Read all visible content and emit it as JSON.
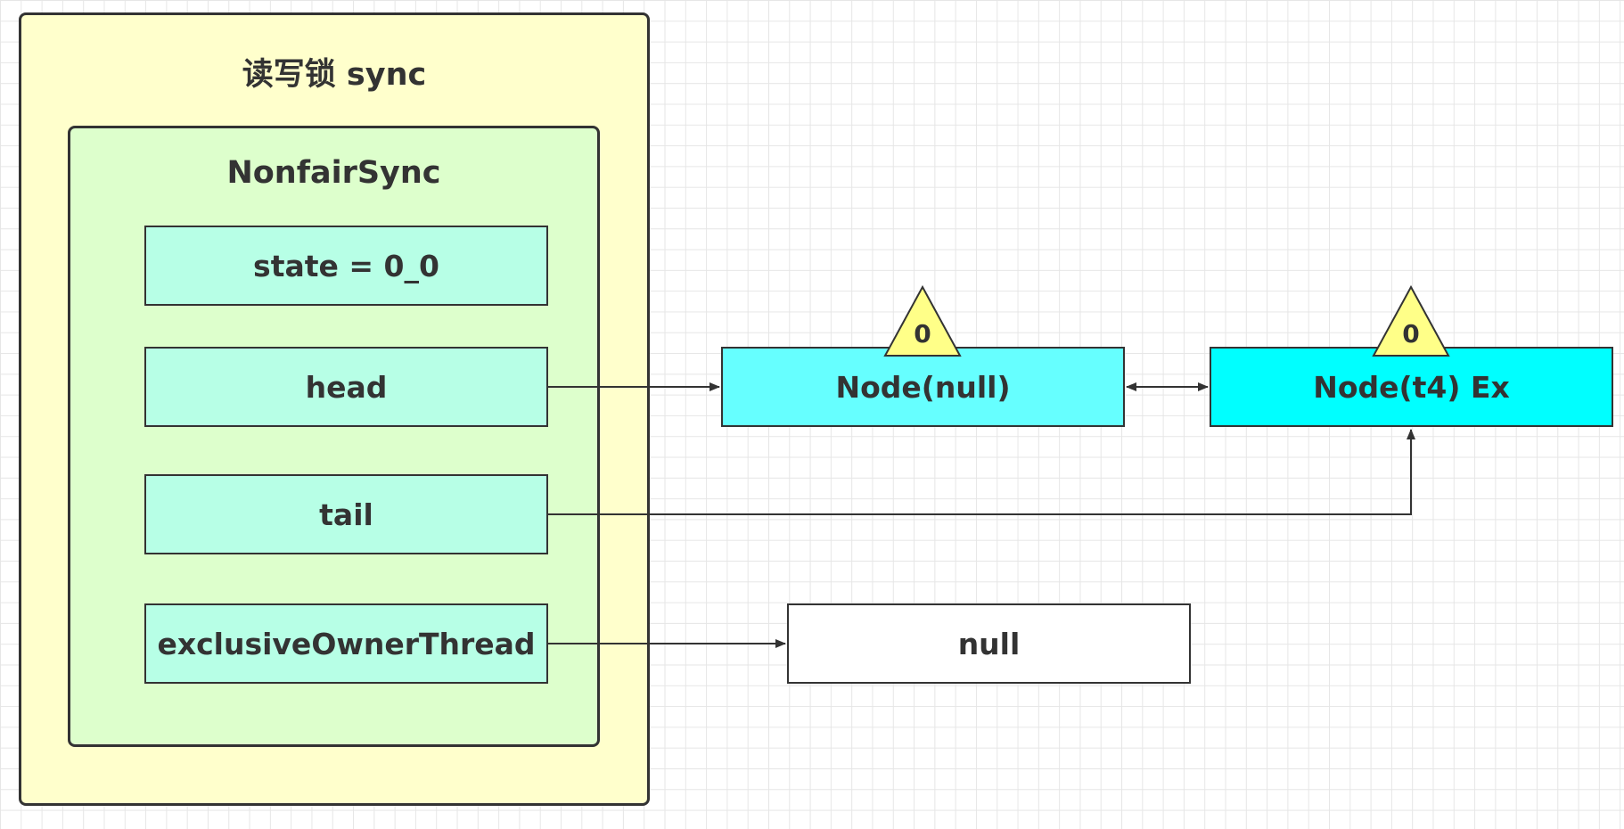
{
  "outer": {
    "title": "读写锁 sync"
  },
  "inner": {
    "title": "NonfairSync"
  },
  "fields": {
    "state": "state = 0_0",
    "head": "head",
    "tail": "tail",
    "owner": "exclusiveOwnerThread"
  },
  "nodes": {
    "head_node": {
      "label": "Node(null)",
      "waitStatus": "0"
    },
    "tail_node": {
      "label": "Node(t4) Ex",
      "waitStatus": "0"
    },
    "owner_target": "null"
  },
  "colors": {
    "outer_fill": "#ffffcc",
    "inner_fill": "#ddffcc",
    "field_fill": "#b7ffe6",
    "node_null_fill": "#66ffff",
    "node_t4_fill": "#00ffff",
    "triangle_fill": "#ffff88"
  }
}
